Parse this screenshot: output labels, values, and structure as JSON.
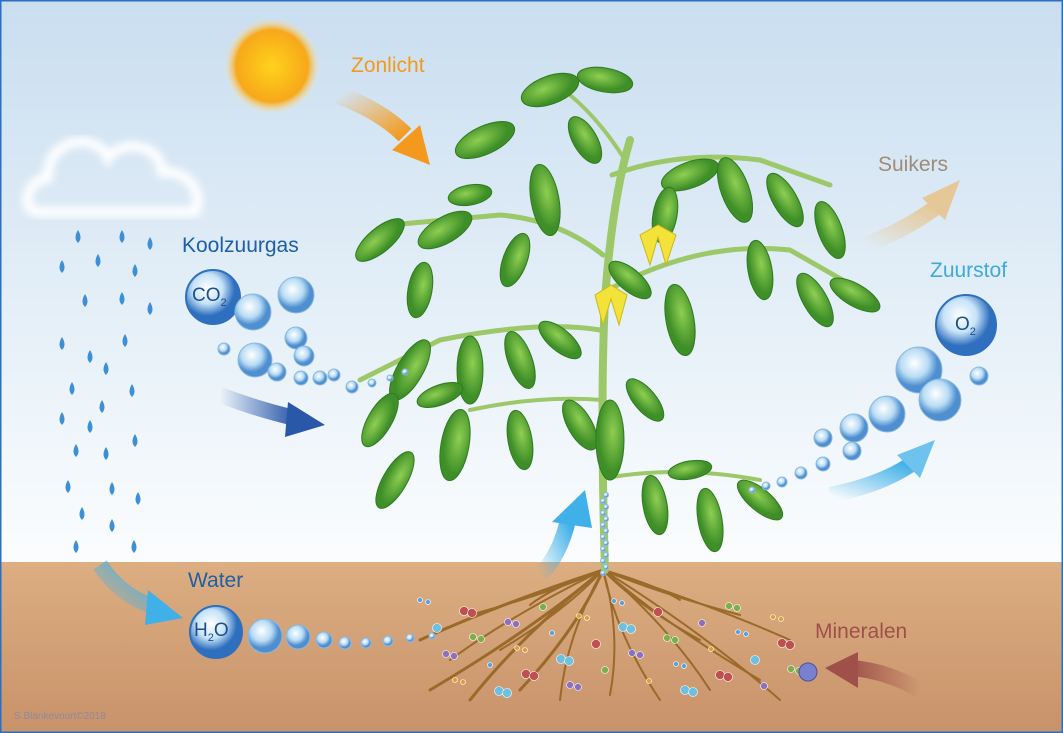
{
  "labels": {
    "sunlight": "Zonlicht",
    "carbon_dioxide": "Koolzuurgas",
    "sugars": "Suikers",
    "oxygen": "Zuurstof",
    "water": "Water",
    "minerals": "Mineralen"
  },
  "formulas": {
    "co2_main": "CO",
    "co2_sub": "2",
    "o2_main": "O",
    "o2_sub": "2",
    "h2o_h": "H",
    "h2o_sub": "2",
    "h2o_o": "O"
  },
  "credit": "S.Blankevoort©2018",
  "colors": {
    "sunlight": "#f39a1e",
    "carbon_dioxide": "#1d5fa8",
    "sugars": "#a08b78",
    "oxygen": "#3fa9dc",
    "water": "#1d5fa8",
    "minerals": "#a0504a",
    "leaf": "#5aa832",
    "root": "#9a6a2a",
    "soil": "#d3a57b"
  }
}
